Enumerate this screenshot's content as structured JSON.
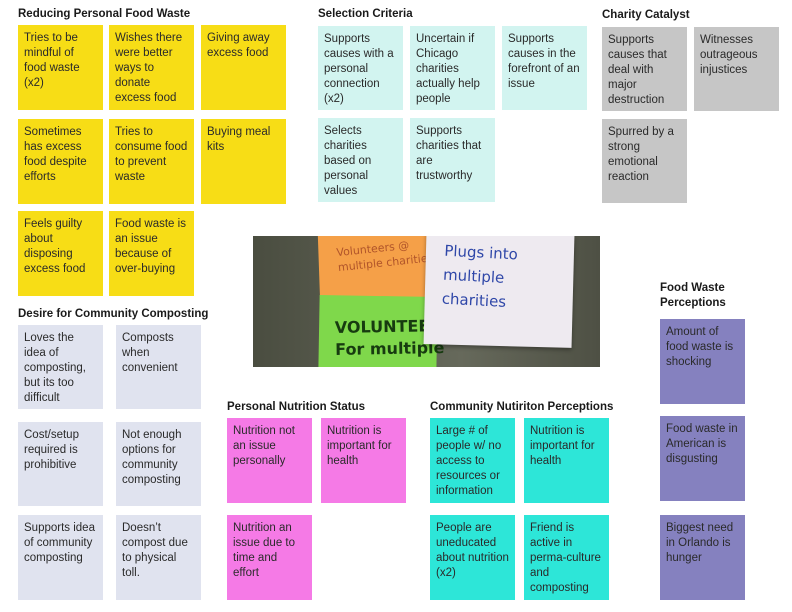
{
  "sections": {
    "reducing_waste": {
      "title": "Reducing Personal Food Waste",
      "notes": [
        "Tries to be mindful of food waste (x2)",
        "Wishes there were better ways to donate excess food",
        "Giving away excess food",
        "Sometimes has excess food despite efforts",
        "Tries to consume food to prevent waste",
        "Buying meal kits",
        "Feels guilty about disposing excess food",
        "Food waste is an issue because of over-buying"
      ]
    },
    "selection_criteria": {
      "title": "Selection Criteria",
      "notes": [
        "Supports causes with a personal connection (x2)",
        "Uncertain if Chicago charities actually help people",
        "Supports causes in the forefront of an issue",
        "Selects charities based on personal values",
        "Supports charities that are trustworthy"
      ]
    },
    "charity_catalyst": {
      "title": "Charity Catalyst",
      "notes": [
        "Supports causes that deal with major destruction",
        "Witnesses outrageous injustices",
        "Spurred by a strong emotional reaction"
      ]
    },
    "community_composting": {
      "title": "Desire for Community Composting",
      "notes": [
        "Loves the idea of composting, but its too difficult",
        "Composts when convenient",
        "Cost/setup required is prohibitive",
        "Not enough options for community composting",
        "Supports idea of community composting",
        "Doesn’t compost due to physical toll."
      ]
    },
    "personal_nutrition": {
      "title": "Personal Nutrition Status",
      "notes": [
        "Nutrition not an issue personally",
        "Nutrition is important for health",
        "Nutrition an issue due to time and effort"
      ]
    },
    "community_nutrition": {
      "title": "Community Nutiriton Perceptions",
      "notes": [
        "Large # of people w/ no access to resources or information",
        "Nutrition is important for health",
        "People are uneducated about nutrition (x2)",
        "Friend is active in perma-culture and composting"
      ]
    },
    "food_waste_perceptions": {
      "title": "Food Waste Perceptions",
      "notes": [
        "Amount of food waste is shocking",
        "Food waste in American is disgusting",
        "Biggest need in Orlando is hunger"
      ]
    }
  },
  "photo": {
    "orange_note": "Volunteers @\nmultiple charities",
    "green_note": "VOLUNTEER\nFor multiple",
    "white_note": "Plugs into\nmultiple\ncharities"
  },
  "colors": {
    "yellow": "#f7dd16",
    "light_cyan": "#d2f4f0",
    "gray": "#c6c6c6",
    "lavender": "#e0e3ef",
    "pink": "#f57ae6",
    "teal": "#2de6d8",
    "purple": "#8581bf"
  }
}
